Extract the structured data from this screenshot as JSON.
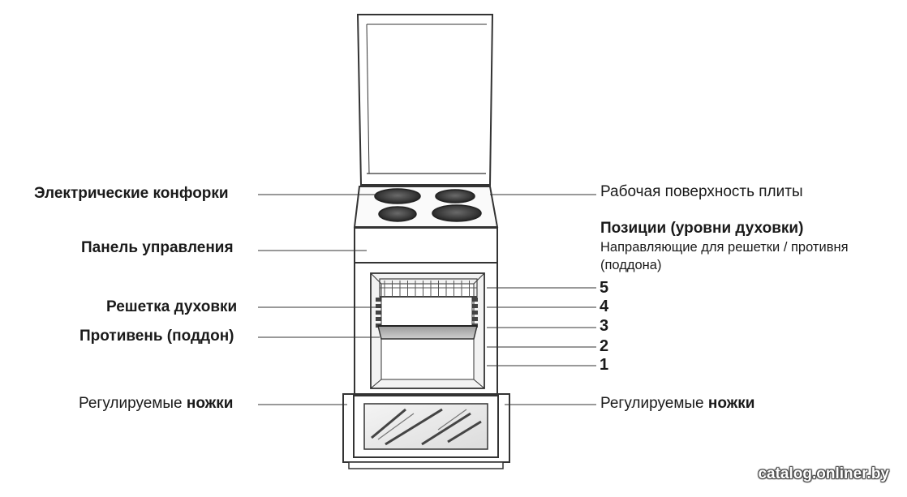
{
  "labels_left": {
    "burners": "Электрические конфорки",
    "control_panel": "Панель управления",
    "oven_rack": "Решетка духовки",
    "baking_tray": "Противень (поддон)",
    "feet_prefix": "Регулируемые ",
    "feet_bold": "ножки"
  },
  "labels_right": {
    "worktop": "Рабочая поверхность плиты",
    "positions_title": "Позиции (уровни духовки)",
    "guides_line1": "Направляющие  для решетки / противня",
    "guides_line2": "(поддона)",
    "feet_prefix": "Регулируемые ",
    "feet_bold": "ножки"
  },
  "levels": [
    "5",
    "4",
    "3",
    "2",
    "1"
  ],
  "watermark": "catalog.onliner.by",
  "colors": {
    "line": "#333333",
    "burner": "#3d3d3d",
    "text": "#1a1a1a"
  }
}
